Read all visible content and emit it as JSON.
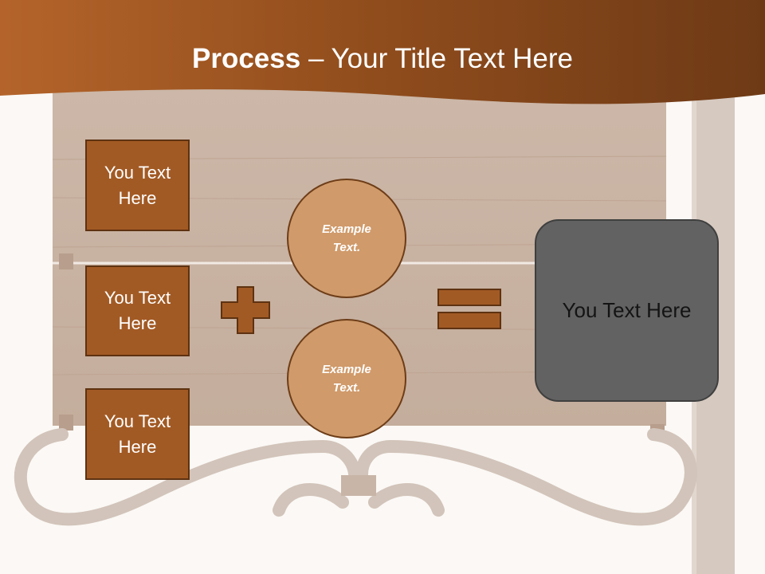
{
  "header": {
    "title_bold": "Process",
    "title_rest": " – Your Title Text Here"
  },
  "inputs": [
    {
      "label": "You Text Here"
    },
    {
      "label": "You Text Here"
    },
    {
      "label": "You Text Here"
    }
  ],
  "circles": [
    {
      "label": "Example Text."
    },
    {
      "label": "Example Text."
    }
  ],
  "result": {
    "label": "You Text Here"
  },
  "colors": {
    "banner": "#a85a22",
    "box_fill": "#a25a24",
    "circle_fill": "#d09a6a",
    "result_fill": "#626262"
  },
  "icons": [
    "plus-icon",
    "equals-icon"
  ]
}
